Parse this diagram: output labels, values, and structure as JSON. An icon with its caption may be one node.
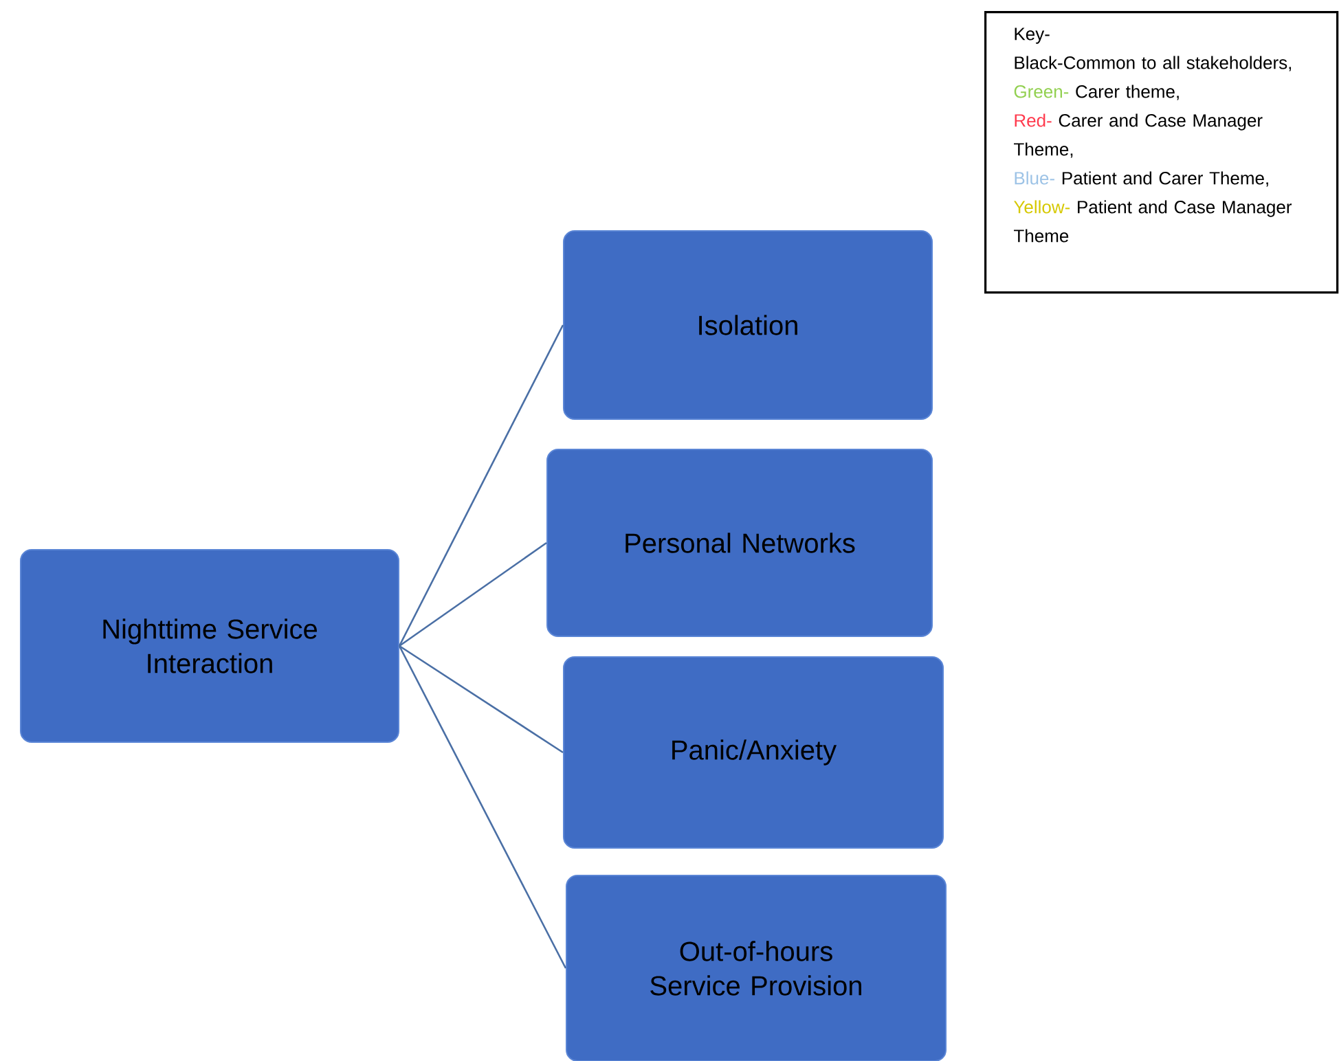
{
  "diagram": {
    "nodes": [
      {
        "text": [
          "Nighttime Service Interaction"
        ]
      },
      {
        "text": [
          "Isolation"
        ]
      },
      {
        "text": [
          "Personal Networks"
        ]
      },
      {
        "text": [
          "Panic/Anxiety"
        ]
      },
      {
        "text": [
          "Out-of-hours Service Provision"
        ]
      }
    ],
    "edges": [
      {
        "from": 0,
        "to": 1,
        "arrow": "none"
      },
      {
        "from": 0,
        "to": 2,
        "arrow": "none"
      },
      {
        "from": 0,
        "to": 3,
        "arrow": "none"
      },
      {
        "from": 0,
        "to": 4,
        "arrow": "none"
      }
    ],
    "labels": [
      "Key-",
      "Common to all stakeholders,",
      "Carer theme,",
      "Carer and Case Manager Theme,",
      "Patient and Carer Theme,",
      "Patient and Case Manager Theme"
    ],
    "legend": [
      {
        "text": "Black-",
        "color": "#000000"
      },
      {
        "text": "Green-",
        "color": "#92d050"
      },
      {
        "text": "Red-",
        "color": "#ff3b4e"
      },
      {
        "text": "Blue-",
        "color": "#9dc3e6"
      },
      {
        "text": "Yellow-",
        "color": "#d6c800"
      }
    ]
  }
}
